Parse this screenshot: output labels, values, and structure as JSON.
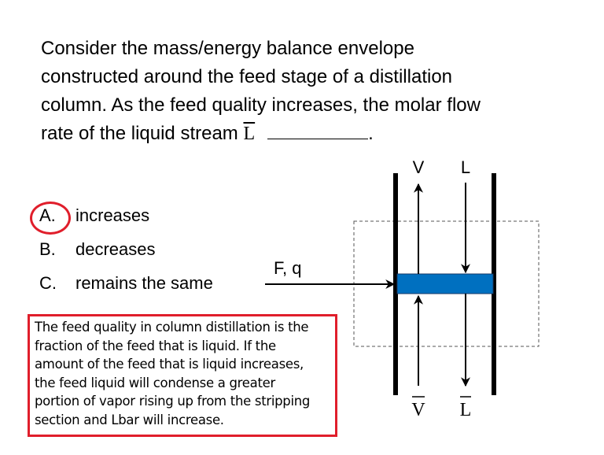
{
  "question": {
    "lines": [
      "Consider the mass/energy balance envelope",
      "constructed around the feed stage of a distillation",
      "column. As the feed quality increases, the molar flow",
      "rate of the liquid stream"
    ],
    "symbol": "L",
    "end": "."
  },
  "options": [
    {
      "letter": "A.",
      "text": "increases",
      "selected": true
    },
    {
      "letter": "B.",
      "text": "decreases",
      "selected": false
    },
    {
      "letter": "C.",
      "text": "remains the same",
      "selected": false
    }
  ],
  "explanation": {
    "lines": [
      "The feed quality in column distillation is the",
      "fraction of the feed that is liquid. If the",
      "amount of the feed that is liquid increases,",
      "the feed liquid will condense a greater",
      "portion of vapor rising up from the stripping",
      "section and Lbar will increase."
    ]
  },
  "diagram": {
    "feed_label": "F, q",
    "top_vapor": "V",
    "top_liquid": "L",
    "bottom_vapor": "V",
    "bottom_liquid": "L",
    "colors": {
      "tray": "#0070c0",
      "highlight": "#e01e2b"
    }
  }
}
